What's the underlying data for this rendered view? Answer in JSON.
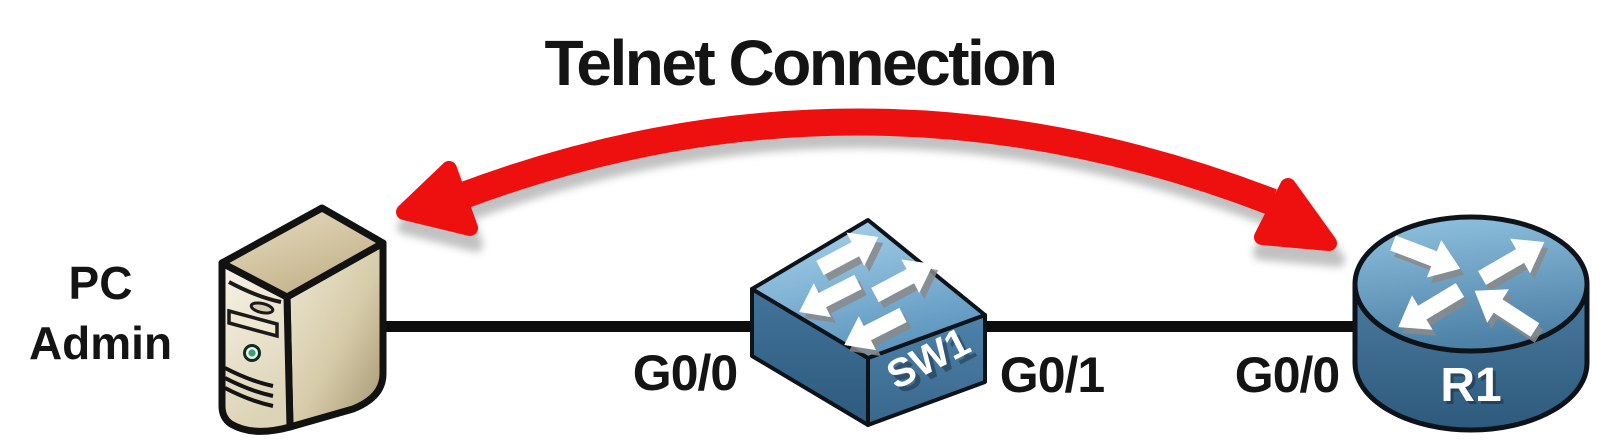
{
  "title": "Telnet Connection",
  "devices": {
    "pc": {
      "type": "admin-workstation",
      "label_lines": [
        "PC",
        "Admin"
      ]
    },
    "switch": {
      "type": "cisco-switch",
      "label": "SW1"
    },
    "router": {
      "type": "cisco-router",
      "label": "R1"
    }
  },
  "interfaces": {
    "switch_left": "G0/0",
    "switch_right": "G0/1",
    "router_left": "G0/0"
  },
  "links": [
    {
      "from": "pc",
      "to": "switch",
      "switch_interface": "G0/0"
    },
    {
      "from": "switch",
      "to": "router",
      "switch_interface": "G0/1",
      "router_interface": "G0/0"
    }
  ],
  "annotation": {
    "arc_label": "Telnet Connection",
    "arc_style": "red-double-headed-curved-arrow",
    "arc_between": [
      "pc",
      "router"
    ]
  },
  "colors": {
    "arrow_red": "#ee0f0f",
    "cable_black": "#0d0d0d",
    "text_black": "#141414",
    "cisco_blue_top": "#8fc2e0",
    "cisco_blue_side": "#3a678c",
    "pc_beige": "#e7dfc9"
  }
}
